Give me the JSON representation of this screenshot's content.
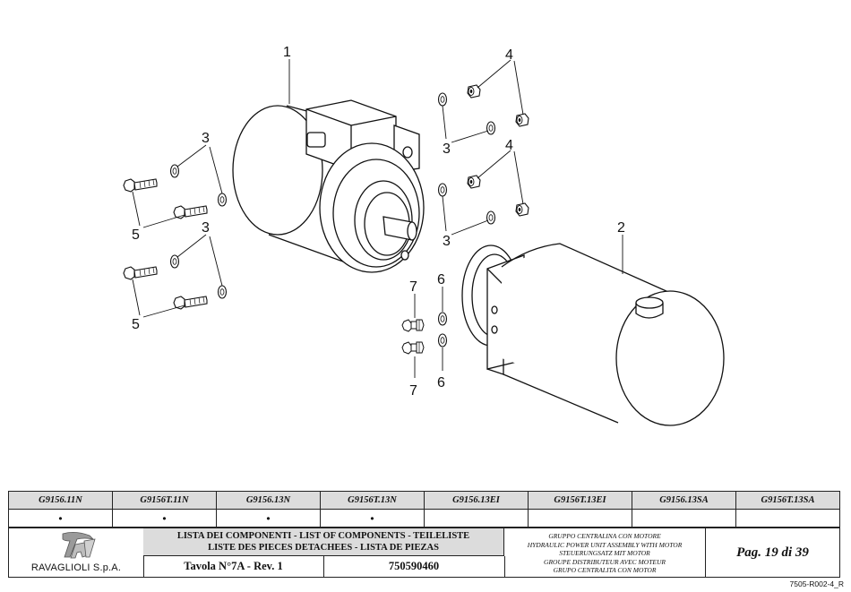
{
  "callouts": {
    "motor": "1",
    "pump_unit": "2",
    "washer": "3",
    "nut": "4",
    "screw": "5",
    "seal": "6",
    "fitting": "7"
  },
  "models": {
    "codes": [
      "G9156.11N",
      "G9156T.11N",
      "G9156.13N",
      "G9156T.13N",
      "G9156.13EI",
      "G9156T.13EI",
      "G9156.13SA",
      "G9156T.13SA"
    ],
    "marks": [
      "•",
      "•",
      "•",
      "•",
      "",
      "",
      "",
      ""
    ]
  },
  "title_block": {
    "company": "RAVAGLIOLI S.p.A.",
    "list_line1": "LISTA DEI COMPONENTI - LIST OF COMPONENTS - TEILELISTE",
    "list_line2": "LISTE DES PIECES DETACHEES - LISTA DE PIEZAS",
    "tavola": "Tavola N°7A - Rev. 1",
    "code": "750590460",
    "desc": [
      "GRUPPO CENTRALINA CON MOTORE",
      "HYDRAULIC POWER UNIT ASSEMBLY WITH MOTOR",
      "STEUERUNGSATZ MIT MOTOR",
      "GROUPE DISTRIBUTEUR AVEC MOTEUR",
      "GRUPO CENTRALITA CON MOTOR"
    ],
    "page": "Pag. 19 di 39"
  },
  "doc_ref": "7505-R002-4_R",
  "colors": {
    "line": "#111111",
    "header_fill": "#dcdcdc"
  }
}
